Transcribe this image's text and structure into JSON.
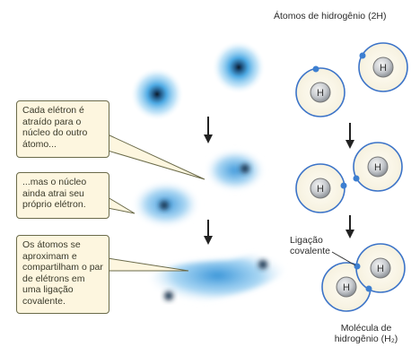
{
  "header": {
    "title": "Átomos de hidrogênio (2H)"
  },
  "callouts": [
    {
      "text": "Cada elétron é atraído para o núcleo do outro átomo..."
    },
    {
      "text": "...mas o núcleo ainda atrai seu próprio elétron."
    },
    {
      "text": "Os átomos se aproximam e compartilham o par de elétrons em uma ligação covalente."
    }
  ],
  "nucleus_label": "H",
  "bond_label": "Ligação covalente",
  "molecule_caption": "Molécula de hidrogênio (H₂)",
  "colors": {
    "cloud": "#3aa0e0",
    "nucleus_shell": "#9aa0a6",
    "orbit": "#3b73c8",
    "electron": "#3d7fd1",
    "callout_fill": "#fdf6df",
    "callout_border": "#6b6b4a",
    "arrow": "#222222"
  }
}
